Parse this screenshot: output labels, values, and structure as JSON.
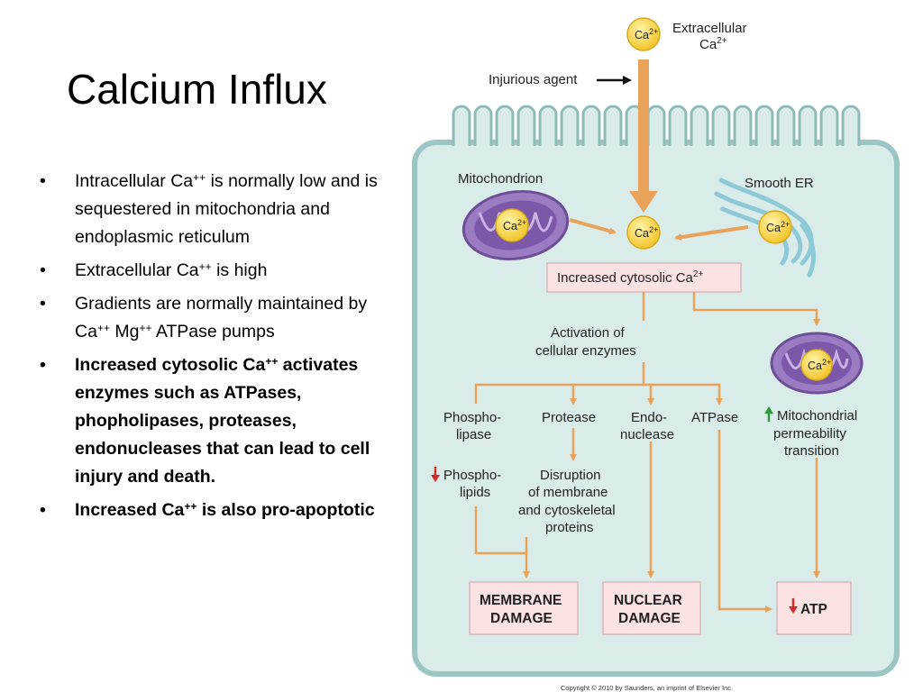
{
  "slide": {
    "title": "Calcium Influx",
    "bullets": [
      {
        "parts": [
          "Intracellular Ca",
          "++",
          " is normally low and is sequestered in mitochondria and endoplasmic reticulum"
        ],
        "bold": false
      },
      {
        "parts": [
          "Extracellular Ca",
          "++",
          " is high"
        ],
        "bold": false
      },
      {
        "parts": [
          "Gradients are normally maintained by Ca",
          "++",
          " Mg",
          "++",
          " ATPase pumps"
        ],
        "bold": false
      },
      {
        "parts": [
          "Increased cytosolic Ca",
          "++",
          " activates enzymes such as ATPases, phopholipases, proteases, endonucleases that can lead to cell injury and death."
        ],
        "bold": true
      },
      {
        "parts": [
          "Increased Ca",
          "++",
          " is also pro-apoptotic"
        ],
        "bold": true
      }
    ]
  },
  "diagram": {
    "ca_label": "Ca",
    "ca_charge": "2+",
    "extracellular_line1": "Extracellular",
    "extracellular_line2": "Ca",
    "injurious_agent": "Injurious agent",
    "mitochondrion": "Mitochondrion",
    "smooth_er": "Smooth ER",
    "increased_cytosolic": "Increased cytosolic Ca",
    "activation_line1": "Activation of",
    "activation_line2": "cellular enzymes",
    "phospholipase_line1": "Phospho-",
    "phospholipase_line2": "lipase",
    "protease": "Protease",
    "endonuclease_line1": "Endo-",
    "endonuclease_line2": "nuclease",
    "atpase": "ATPase",
    "mito_perm_line1": "Mitochondrial",
    "mito_perm_line2": "permeability",
    "mito_perm_line3": "transition",
    "phospholipids_line1": "Phospho-",
    "phospholipids_line2": "lipids",
    "disruption_line1": "Disruption",
    "disruption_line2": "of membrane",
    "disruption_line3": "and cytoskeletal",
    "disruption_line4": "proteins",
    "membrane_damage_line1": "MEMBRANE",
    "membrane_damage_line2": "DAMAGE",
    "nuclear_damage_line1": "NUCLEAR",
    "nuclear_damage_line2": "DAMAGE",
    "atp": "ATP",
    "copyright": "Copyright © 2010 by Saunders, an imprint of Elsevier Inc."
  },
  "colors": {
    "arrow": "#e8a25a",
    "cell_fill": "#d9ecea",
    "cell_border": "#9cc6c3",
    "mito": "#8c6bb1",
    "calcium": "#f2cf3a",
    "er": "#8dc9d6",
    "box_fill": "#fbe3e4",
    "up_arrow": "#2e9a3a",
    "down_arrow": "#d62b2b"
  }
}
